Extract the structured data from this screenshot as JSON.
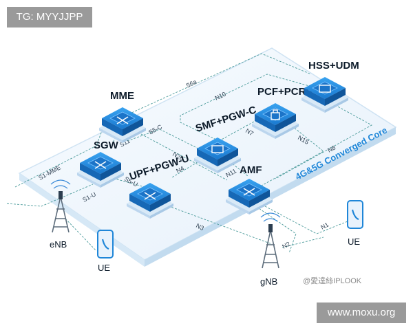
{
  "watermark_top": "TG: MYYJJPP",
  "watermark_bottom": "www.moxu.org",
  "watermark_logo": "@愛達絲IPLOOK",
  "platform_label": "4G&5G Converged Core",
  "nodes": {
    "mme": "MME",
    "sgw": "SGW",
    "upf": "UPF+PGW-U",
    "smf": "SMF+PGW-C",
    "amf": "AMF",
    "pcf": "PCF+PCRF",
    "hss": "HSS+UDM"
  },
  "devices": {
    "enb": "eNB",
    "gnb": "gNB",
    "ue_left": "UE",
    "ue_right": "UE"
  },
  "interfaces": {
    "s1mme": "S1-MME",
    "s1u": "S1-U",
    "s11": "S11",
    "s5c": "S5-C",
    "s5u": "S5-U",
    "s6a": "S6a",
    "n10": "N10",
    "n7": "N7",
    "n15": "N15",
    "n8": "N8",
    "n26": "N26",
    "n4": "N4",
    "n11": "N11",
    "n3": "N3",
    "n2": "N2",
    "n1": "N1"
  },
  "colors": {
    "node_blue": "#1f86d8",
    "node_dark": "#0d5fa8",
    "link": "#4a9a9a",
    "platform_edge": "#cfe3f3"
  }
}
